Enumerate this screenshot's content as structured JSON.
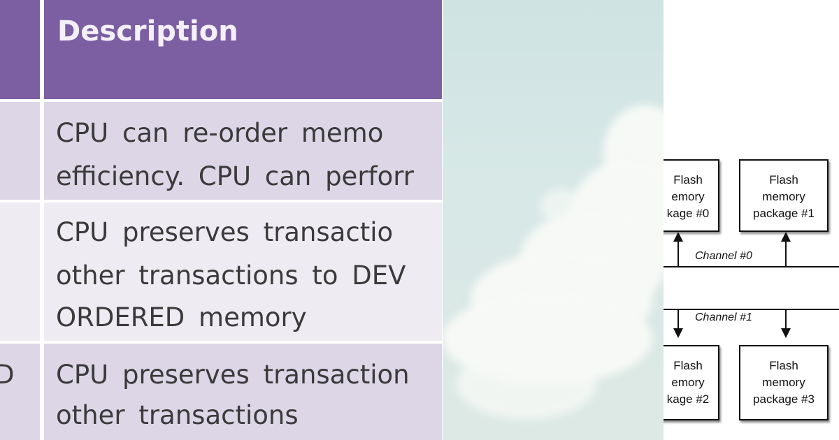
{
  "table": {
    "header": "Description",
    "rows": [
      {
        "left_fragment": "",
        "lines": [
          "CPU  can  re-order  memo",
          "efficiency.  CPU can perforr"
        ]
      },
      {
        "left_fragment": "",
        "lines": [
          "CPU  preserves  transactio",
          "other  transactions  to  DEV",
          "ORDERED memory"
        ]
      },
      {
        "left_fragment": "D",
        "lines": [
          "CPU preserves transaction",
          "other transactions"
        ]
      }
    ]
  },
  "diagram": {
    "packages": [
      "Flash\nemory\nkage #0",
      "Flash\nmemory\npackage #1",
      "Flash\nemory\nkage #2",
      "Flash\nmemory\npackage #3"
    ],
    "package_lines": [
      [
        "Flash",
        "emory",
        "kage #0"
      ],
      [
        "Flash",
        "memory",
        "package #1"
      ],
      [
        "Flash",
        "emory",
        "kage #2"
      ],
      [
        "Flash",
        "memory",
        "package #3"
      ]
    ],
    "channels": [
      "Channel #0",
      "Channel #1"
    ]
  },
  "colors": {
    "header_purple": "#7b5fa2",
    "row_dark": "#dcd6e7",
    "row_light": "#eeebf3"
  }
}
